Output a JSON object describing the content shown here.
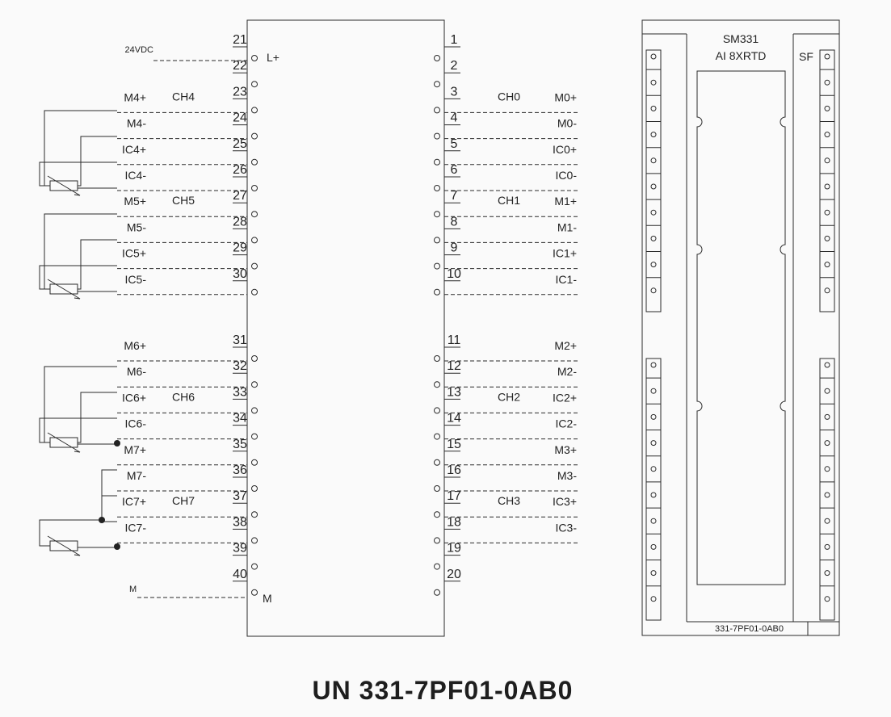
{
  "module": {
    "label_top": "SM331",
    "label_bottom": "AI 8XRTD",
    "sf_label": "SF",
    "part_label": "331-7PF01-0AB0"
  },
  "caption": "UN 331-7PF01-0AB0",
  "supply": {
    "voltage_label": "24VDC",
    "plus_label": "L+",
    "minus_label": "M",
    "ground_label": "M"
  },
  "right_pins": [
    {
      "pin": "1",
      "label": ""
    },
    {
      "pin": "2",
      "label": ""
    },
    {
      "pin": "3",
      "label": "M0+",
      "ch": "CH0"
    },
    {
      "pin": "4",
      "label": "M0-"
    },
    {
      "pin": "5",
      "label": "IC0+"
    },
    {
      "pin": "6",
      "label": "IC0-"
    },
    {
      "pin": "7",
      "label": "M1+",
      "ch": "CH1"
    },
    {
      "pin": "8",
      "label": "M1-"
    },
    {
      "pin": "9",
      "label": "IC1+"
    },
    {
      "pin": "10",
      "label": "IC1-"
    },
    {
      "pin": "11",
      "label": "M2+"
    },
    {
      "pin": "12",
      "label": "M2-"
    },
    {
      "pin": "13",
      "label": "IC2+",
      "ch": "CH2"
    },
    {
      "pin": "14",
      "label": "IC2-"
    },
    {
      "pin": "15",
      "label": "M3+"
    },
    {
      "pin": "16",
      "label": "M3-"
    },
    {
      "pin": "17",
      "label": "IC3+",
      "ch": "CH3"
    },
    {
      "pin": "18",
      "label": "IC3-"
    },
    {
      "pin": "19",
      "label": ""
    },
    {
      "pin": "20",
      "label": ""
    }
  ],
  "left_pins": [
    {
      "pin": "21",
      "label": ""
    },
    {
      "pin": "22",
      "label": ""
    },
    {
      "pin": "23",
      "label": "M4+",
      "ch": "CH4"
    },
    {
      "pin": "24",
      "label": "M4-"
    },
    {
      "pin": "25",
      "label": "IC4+"
    },
    {
      "pin": "26",
      "label": "IC4-"
    },
    {
      "pin": "27",
      "label": "M5+",
      "ch": "CH5"
    },
    {
      "pin": "28",
      "label": "M5-"
    },
    {
      "pin": "29",
      "label": "IC5+"
    },
    {
      "pin": "30",
      "label": "IC5-"
    },
    {
      "pin": "31",
      "label": "M6+"
    },
    {
      "pin": "32",
      "label": "M6-"
    },
    {
      "pin": "33",
      "label": "IC6+",
      "ch": "CH6"
    },
    {
      "pin": "34",
      "label": "IC6-"
    },
    {
      "pin": "35",
      "label": "M7+"
    },
    {
      "pin": "36",
      "label": "M7-"
    },
    {
      "pin": "37",
      "label": "IC7+",
      "ch": "CH7"
    },
    {
      "pin": "38",
      "label": "IC7-"
    },
    {
      "pin": "39",
      "label": ""
    },
    {
      "pin": "40",
      "label": ""
    }
  ]
}
